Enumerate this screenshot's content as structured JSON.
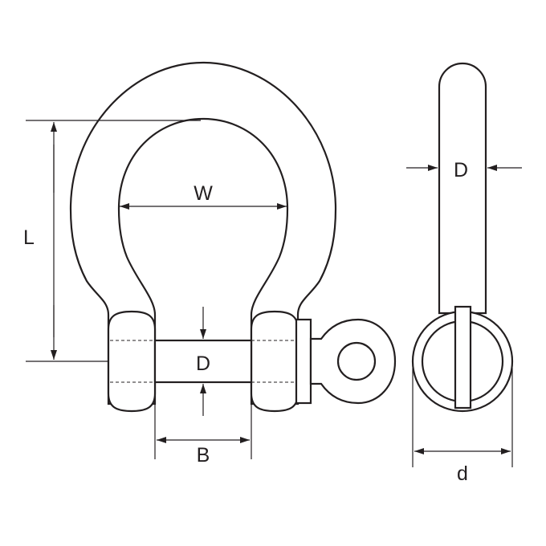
{
  "labels": {
    "width": "W",
    "length": "L",
    "pin_diameter_front": "D",
    "body_diameter_side": "D",
    "jaw_width": "B",
    "pin_head_diameter": "d"
  }
}
